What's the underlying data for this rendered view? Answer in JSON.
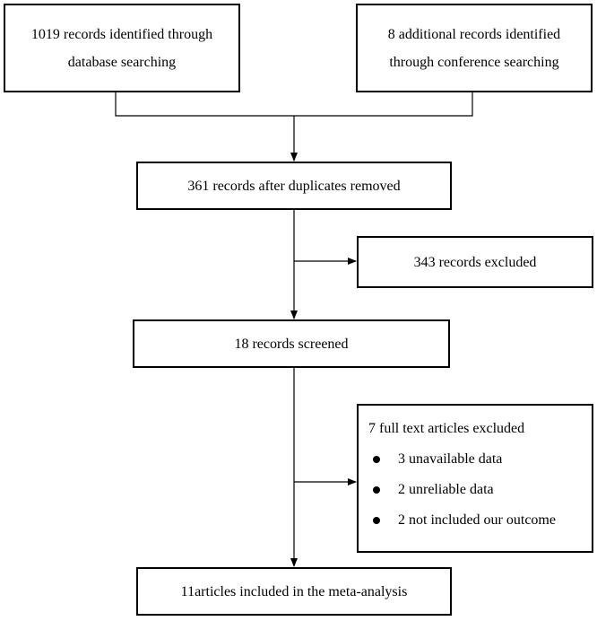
{
  "flow": {
    "identified_db": [
      "1019 records identified through",
      "database searching"
    ],
    "identified_conf": [
      "8 additional records identified",
      "through conference searching"
    ],
    "after_duplicates": "361 records after duplicates removed",
    "excluded_records": "343 records excluded",
    "screened": "18 records screened",
    "fulltext_excluded": {
      "title": "7 full text articles excluded",
      "reasons": [
        "3 unavailable data",
        "2 unreliable data",
        "2 not included our outcome"
      ]
    },
    "included": "11articles included in the meta-analysis"
  }
}
